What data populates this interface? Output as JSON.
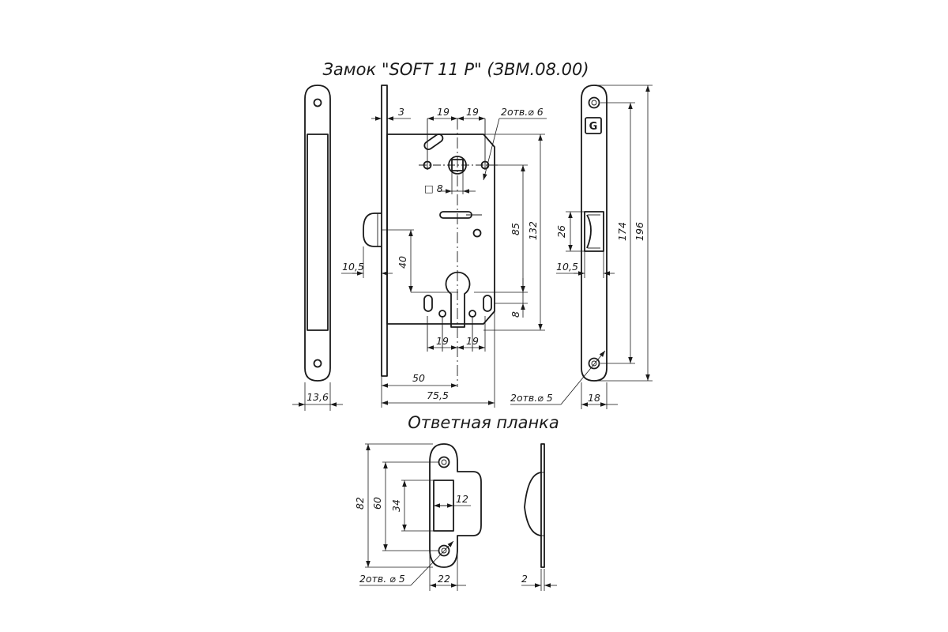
{
  "titles": {
    "lock": "Замок \"SOFT 11 P\" (ЗВМ.08.00)",
    "strike": "Ответная планка"
  },
  "dimensions": {
    "d3": "3",
    "d19_top_a": "19",
    "d19_top_b": "19",
    "holes_6": "2отв.⌀ 6",
    "sq8": "□ 8",
    "d85": "85",
    "d132": "132",
    "d40": "40",
    "d10_5_left": "10,5",
    "d8": "8",
    "d19_bot_a": "19",
    "d19_bot_b": "19",
    "d50": "50",
    "d75_5": "75,5",
    "d13_6": "13,6",
    "d26": "26",
    "d174": "174",
    "d196": "196",
    "d10_5_right": "10,5",
    "holes_5_lock": "2отв.⌀ 5",
    "d18": "18",
    "d82": "82",
    "d60": "60",
    "d34": "34",
    "d12": "12",
    "holes_5_strike": "2отв.  ⌀ 5",
    "d22": "22",
    "d2": "2"
  },
  "logo": {
    "letter": "G"
  }
}
